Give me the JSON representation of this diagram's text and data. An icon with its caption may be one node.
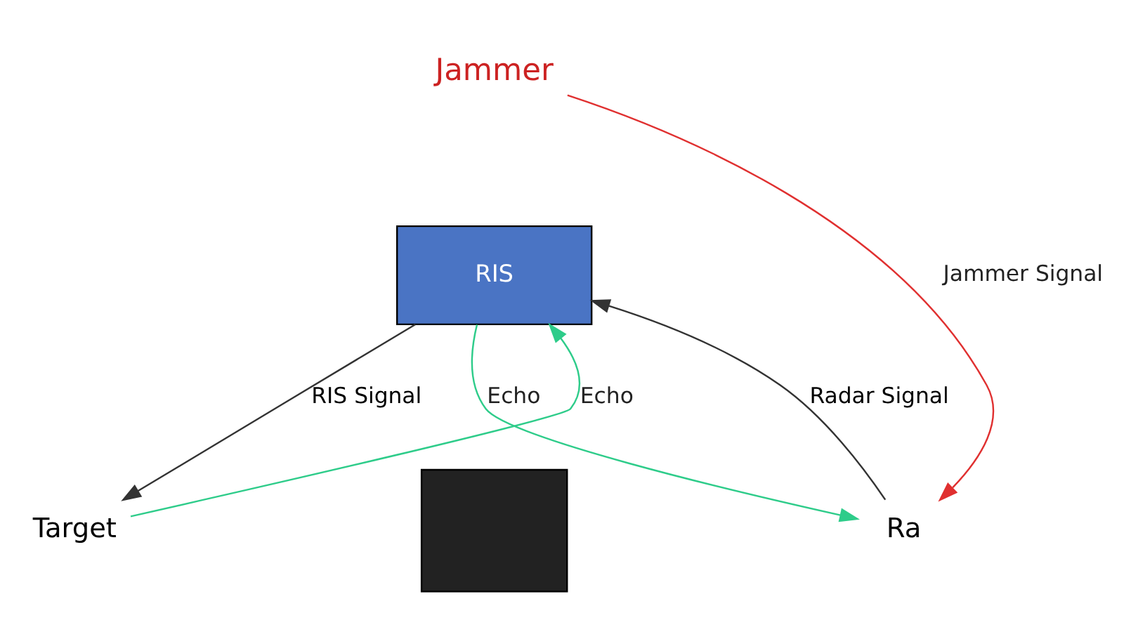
{
  "diagram": {
    "nodes": [
      {
        "text": [
          "Jammer"
        ]
      },
      {
        "text": [
          "RIS"
        ]
      },
      {
        "text": [
          "Target"
        ]
      },
      {
        "text": [
          "Ra"
        ]
      },
      {
        "text": [],
        "shape": "box"
      }
    ],
    "edges": [
      {
        "from": 0,
        "to": 3,
        "arrow": "to",
        "label": "Jammer Signal",
        "color": "#e03030"
      },
      {
        "from": 3,
        "to": 1,
        "arrow": "to",
        "label": "Radar Signal"
      },
      {
        "from": 1,
        "to": 3,
        "arrow": "to",
        "label": "Echo",
        "color": "#2ecc8a"
      },
      {
        "from": 1,
        "to": 2,
        "arrow": "to",
        "label": "RIS Signal"
      },
      {
        "from": 2,
        "to": 1,
        "arrow": "to",
        "label": "Echo",
        "color": "#2ecc8a"
      }
    ]
  }
}
